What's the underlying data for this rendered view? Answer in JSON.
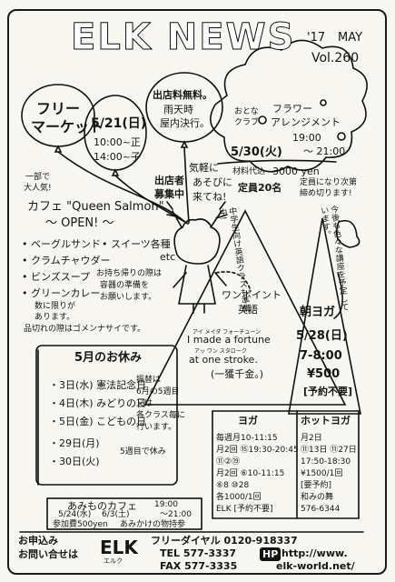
{
  "masthead": {
    "title": "ELK NEWS",
    "year": "'17",
    "month": "MAY",
    "volume": "Vol.260"
  },
  "flea_market": {
    "title_line1": "フリー",
    "title_line2": "マーケット",
    "date": "5/21(日)",
    "time1": "10:00~正",
    "time2": "14:00~子",
    "free_entry": "出店料無料。",
    "rain_line1": "雨天時",
    "rain_line2": "屋内決行。",
    "exhibitors_line1": "出店者",
    "exhibitors_line2": "募集中",
    "casual_line1": "気軽に",
    "casual_line2": "あそびに",
    "casual_line3": "来てね!"
  },
  "cafe": {
    "popular_line1": "一部で",
    "popular_line2": "大人気!",
    "name": "カフェ \"Queen Salmon\"",
    "open": "〜 OPEN! 〜",
    "menu": [
      "ベーグルサンド",
      "クラムチャウダー",
      "ビンズスープ",
      "グリーンカレー"
    ],
    "sweets": "スイーツ各種",
    "etc": "etc",
    "container_note1": "お持ち帰りの際は",
    "container_note2": "容器の準備を",
    "container_note3": "お願いします。",
    "limited_line1": "数に限りが",
    "limited_line2": "あります。",
    "limited_line3": "品切れの際はゴメンナサイです。"
  },
  "flower": {
    "adult": "おとな",
    "club": "クラブ",
    "title_line1": "フラワー",
    "title_line2": "アレンジメント",
    "time_start": "19:00",
    "time_end": "〜 21:00",
    "date": "5/30(火)",
    "fee_label": "材料代込",
    "fee": "3000 yen",
    "capacity": "定員20名",
    "deadline_line1": "定員になり次第",
    "deadline_line2": "締め切ります!"
  },
  "side_notes": {
    "chuugaku": "中学生向け英語クラスも準備中!",
    "yotei": "今後も色々な講座を予定しています。"
  },
  "english": {
    "title_line1": "ワンポイント",
    "title_line2": "英語",
    "phrase_ruby1": "アイ メイダ フォーチューン",
    "phrase_line1": "I made a fortune",
    "phrase_ruby2": "アッ ワン スタローク",
    "phrase_line2": "at one stroke.",
    "translation": "(一獲千金。)"
  },
  "morning_yoga": {
    "title": "朝ヨガ",
    "date": "5/28(日)",
    "time": "7-8:00",
    "fee": "¥500",
    "reservation": "[予約不要]"
  },
  "holidays": {
    "title": "5月のお休み",
    "rows": [
      {
        "date": "3日(水)",
        "name": "憲法記念日"
      },
      {
        "date": "4日(木)",
        "name": "みどりの日"
      },
      {
        "date": "5日(金)",
        "name": "こどもの日"
      },
      {
        "date": "29日(月)",
        "name": ""
      },
      {
        "date": "30日(火)",
        "name": ""
      }
    ],
    "makeup_line1": "振替は",
    "makeup_line2": "6月の5週目",
    "makeup_line3": "又は",
    "makeup_line4": "各クラス毎に",
    "makeup_line5": "行います。",
    "fifth_week": "5週目で休み"
  },
  "amimono": {
    "title": "あみものカフェ",
    "time1": "19:00",
    "time2": "〜21:00",
    "date": "5/24(水)",
    "date2": "6/3(土)",
    "fee": "参加費500yen",
    "note": "あみかけの物持参"
  },
  "yoga": {
    "title": "ヨガ",
    "row1": "毎週月10-11:15",
    "row2": "月2回 ⑮19:30-20:45",
    "row3": "⑪②⑲",
    "row4": "月2回 ⑥10-11:15",
    "row5": "⑥8 ⑩28",
    "row6": "各1000/1回",
    "row7": "ELK [予約不要]"
  },
  "hot_yoga": {
    "title": "ホットヨガ",
    "row1": "月2日",
    "row2": "⑪13日 ⑪27日",
    "row3": "17:50-18:30",
    "row4": "¥1500/1回",
    "row5": "[要予約]",
    "row6": "和みの舞",
    "row7": "576-6344"
  },
  "footer": {
    "apply_line1": "お申込み",
    "apply_line2": "お問い合せは",
    "org": "ELK",
    "org_kana": "エルク",
    "freedial": "フリーダイヤル 0120-918337",
    "tel": "TEL 577-3337",
    "fax": "FAX 577-3335",
    "hp": "HP",
    "url1": "http://www.",
    "url2": "elk-world.net/"
  }
}
